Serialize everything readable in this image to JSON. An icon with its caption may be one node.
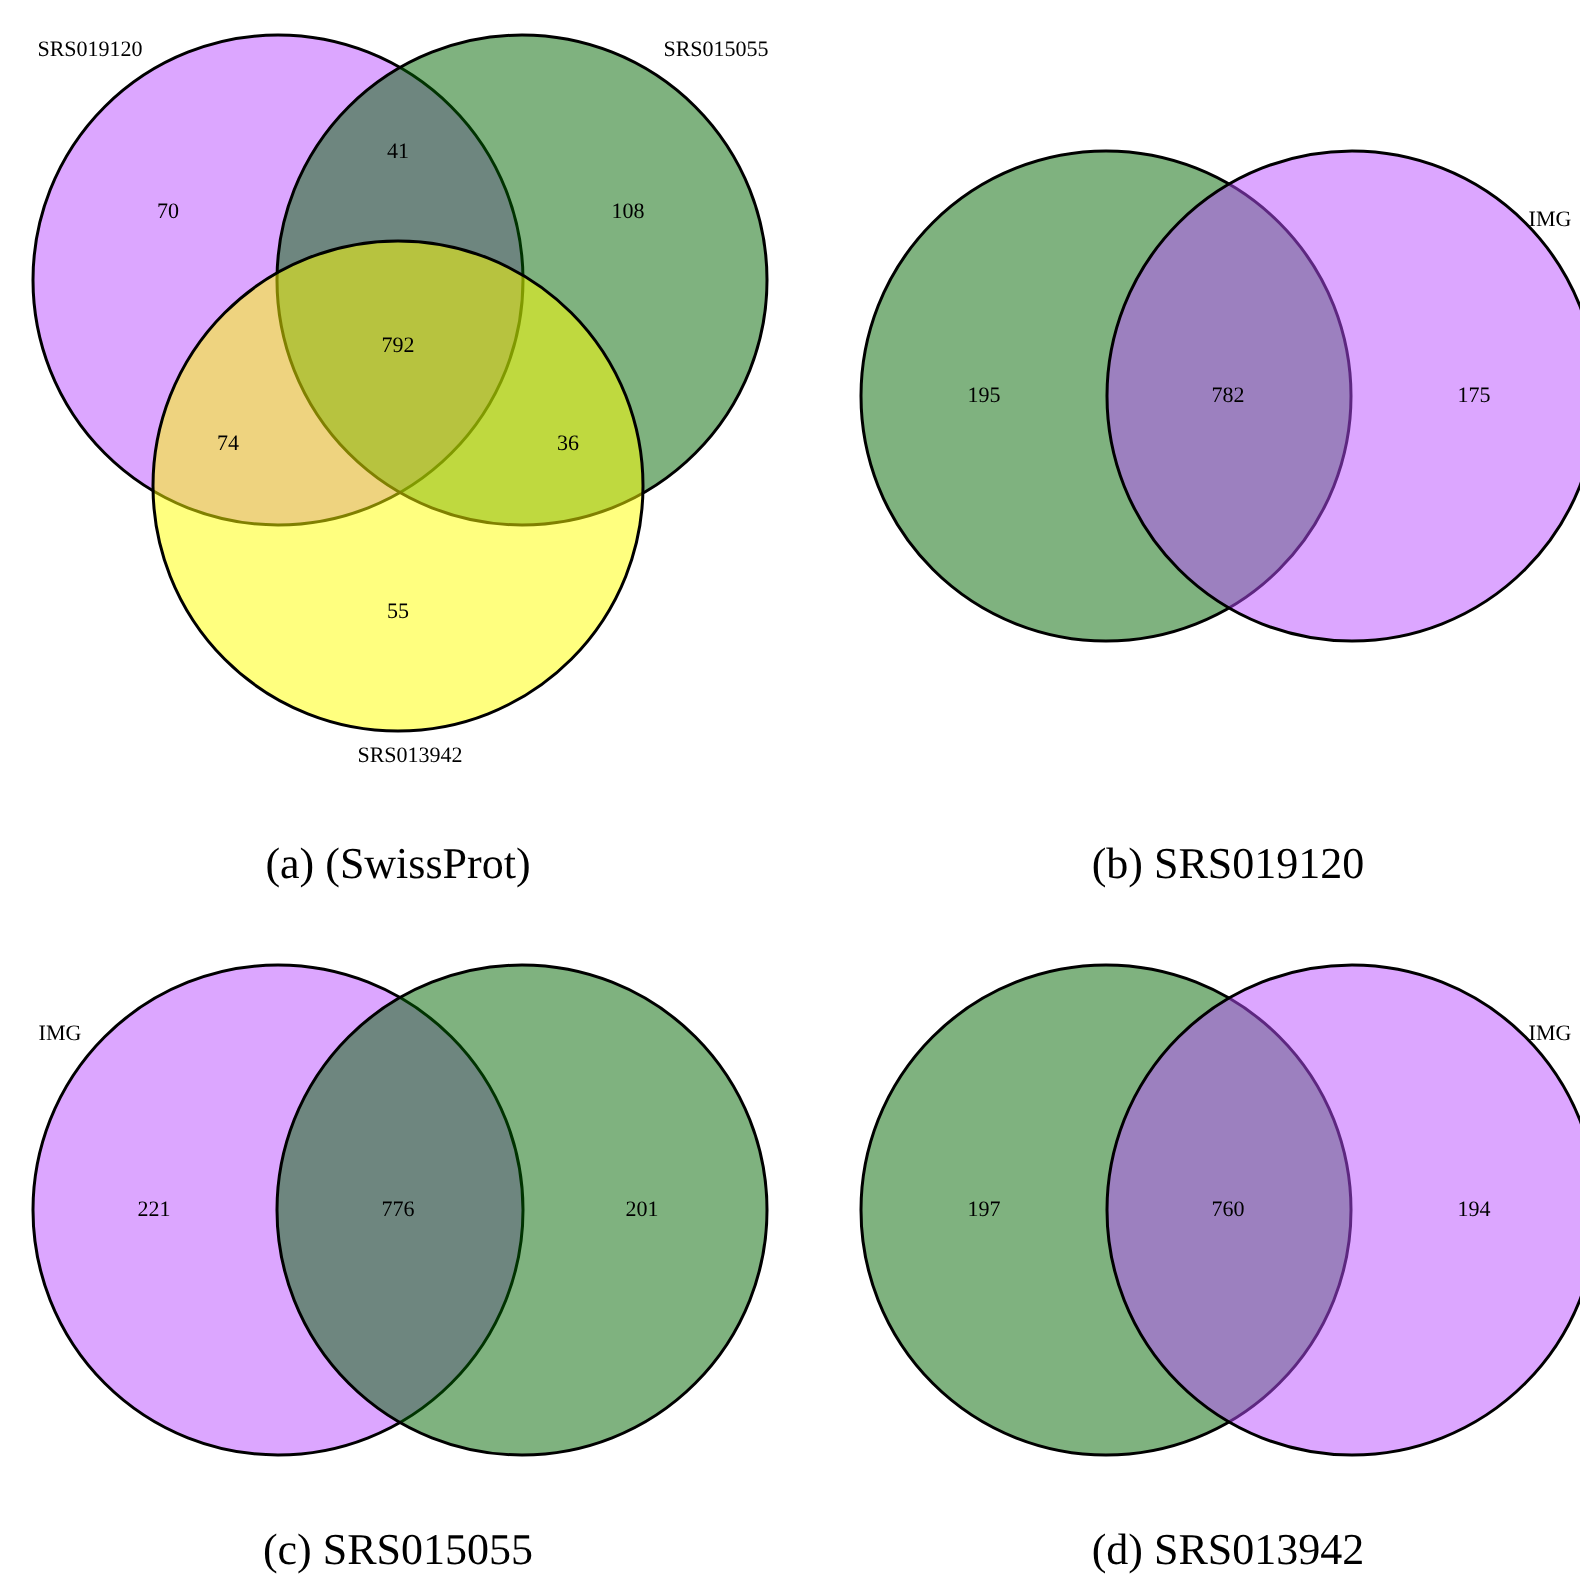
{
  "diagram": {
    "nodes": [
      {
        "text": [
          "SRS019120"
        ]
      },
      {
        "text": [
          "SRS015055"
        ]
      },
      {
        "text": [
          "SRS013942"
        ]
      },
      {
        "text": [],
        "shape": "circle"
      },
      {
        "text": [
          "IMG"
        ]
      },
      {
        "text": [
          "IMG"
        ]
      },
      {
        "text": [],
        "shape": "circle"
      },
      {
        "text": [],
        "shape": "circle"
      },
      {
        "text": [
          "IMG"
        ]
      }
    ],
    "labels": [
      "70",
      "41",
      "108",
      "792",
      "74",
      "36",
      "55",
      "(a) (SwissProt)",
      "195",
      "782",
      "175",
      "(b) SRS019120",
      "221",
      "776",
      "201",
      "(c) SRS015055",
      "197",
      "760",
      "194",
      "(d) SRS013942"
    ]
  }
}
